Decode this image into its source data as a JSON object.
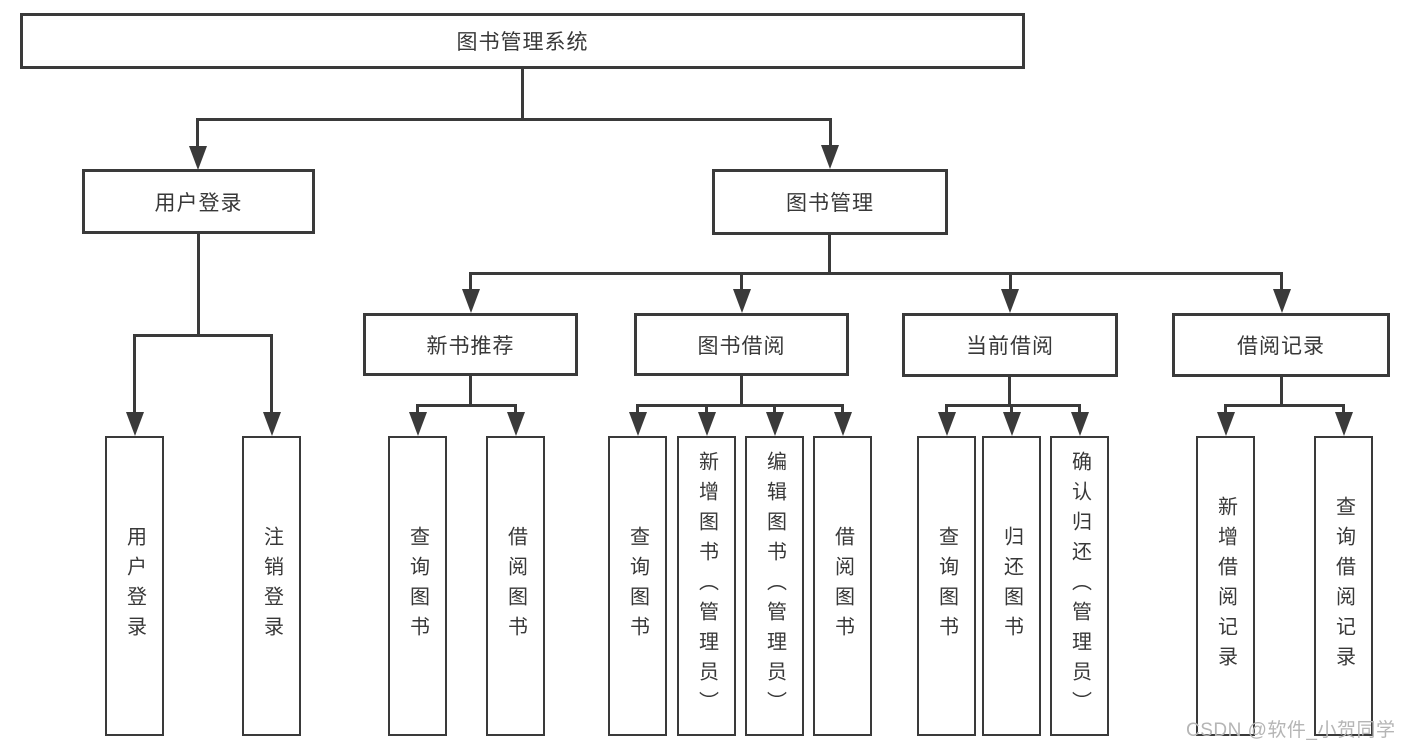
{
  "tree": {
    "root": "图书管理系统",
    "branches": [
      {
        "label": "用户登录",
        "children": [
          "用户登录",
          "注销登录"
        ]
      },
      {
        "label": "图书管理",
        "groups": [
          {
            "label": "新书推荐",
            "children": [
              "查询图书",
              "借阅图书"
            ]
          },
          {
            "label": "图书借阅",
            "children": [
              "查询图书",
              "新增图书（管理员）",
              "编辑图书（管理员）",
              "借阅图书"
            ]
          },
          {
            "label": "当前借阅",
            "children": [
              "查询图书",
              "归还图书",
              "确认归还（管理员）"
            ]
          },
          {
            "label": "借阅记录",
            "children": [
              "新增借阅记录",
              "查询借阅记录"
            ]
          }
        ]
      }
    ]
  },
  "watermark": "CSDN @软件_小贺同学",
  "colors": {
    "line": "#3a3a3a",
    "text": "#383838",
    "watermark": "#b5b5b5",
    "background": "#ffffff"
  }
}
